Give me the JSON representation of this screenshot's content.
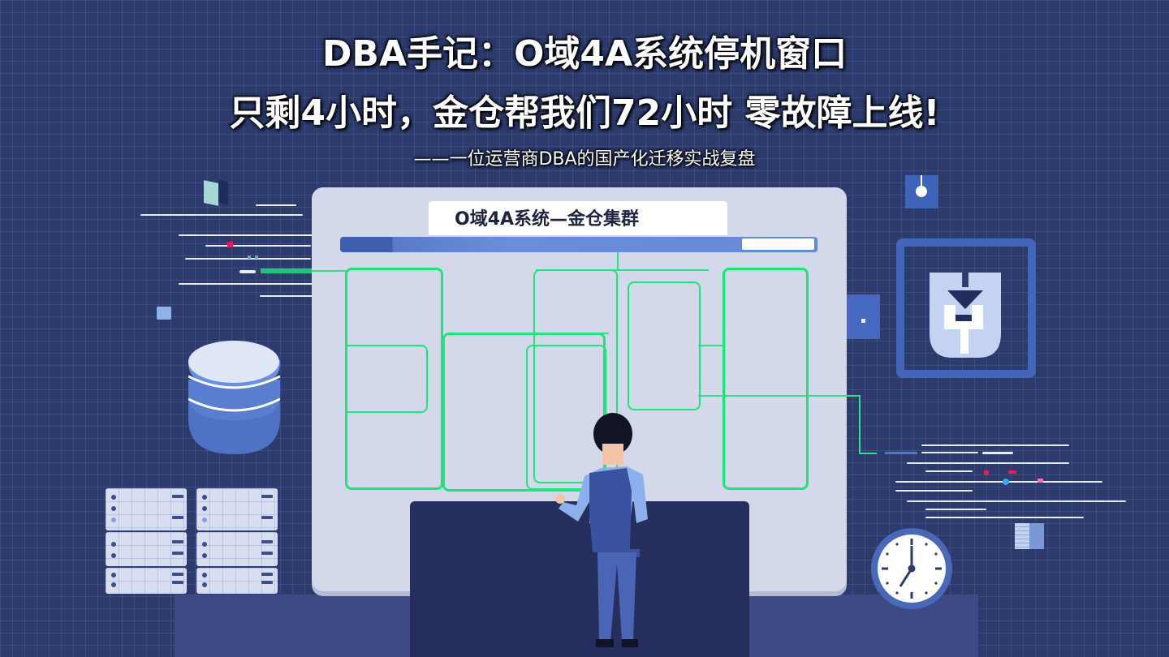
{
  "headline": {
    "line1": "DBA手记：O域4A系统停机窗口",
    "line2": "只剩4小时，金仓帮我们72小时 零故障上线!",
    "subtitle": "——一位运营商DBA的国产化迁移实战复盘"
  },
  "illustration": {
    "panel_title": "O域4A系统—金仓集群",
    "icons": [
      "database-icon",
      "server-rack-icon",
      "clock-icon",
      "shield-download-icon",
      "network-node-icon",
      "document-stack-icon",
      "cube-icon"
    ],
    "colors": {
      "background": "#2c3a6c",
      "grid": "#5b6cab",
      "panel": "#d3d9ea",
      "accent_green": "#19e77a",
      "accent_blue": "#4a67b8",
      "monitor": "#252e5c",
      "floor": "#3d4a86"
    },
    "clock_time": "7:00"
  }
}
